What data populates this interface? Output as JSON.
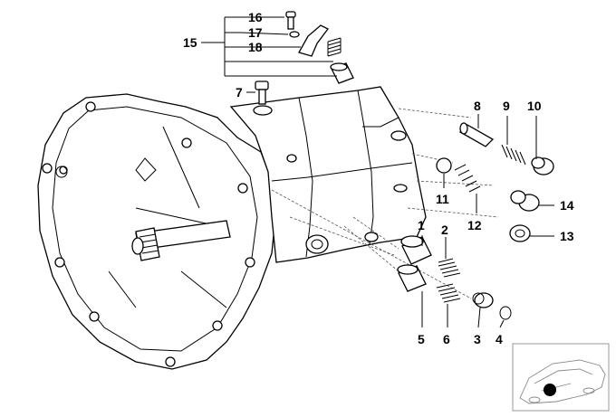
{
  "diagram": {
    "callouts": [
      "1",
      "2",
      "3",
      "4",
      "5",
      "6",
      "7",
      "8",
      "9",
      "10",
      "11",
      "12",
      "13",
      "14",
      "15",
      "16",
      "17",
      "18"
    ],
    "inset": {
      "icon": "car-locator-icon",
      "marker_color": "#000000"
    }
  }
}
